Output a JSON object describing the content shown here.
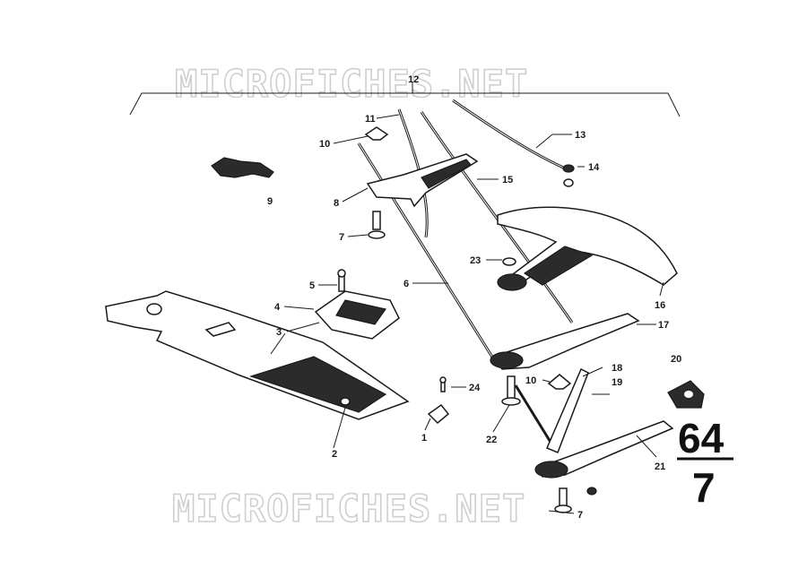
{
  "watermark": {
    "top": "MICROFICHES.NET",
    "bottom": "MICROFICHES.NET"
  },
  "group": {
    "main": "64",
    "sub": "7"
  },
  "callouts": {
    "c1": "1",
    "c2": "2",
    "c3": "3",
    "c4": "4",
    "c5": "5",
    "c6": "6",
    "c7a": "7",
    "c7b": "7",
    "c8": "8",
    "c9": "9",
    "c10a": "10",
    "c10b": "10",
    "c11": "11",
    "c12": "12",
    "c13": "13",
    "c14": "14",
    "c15": "15",
    "c16": "16",
    "c17": "17",
    "c18": "18",
    "c19": "19",
    "c20": "20",
    "c21": "21",
    "c22": "22",
    "c23": "23",
    "c24": "24"
  }
}
